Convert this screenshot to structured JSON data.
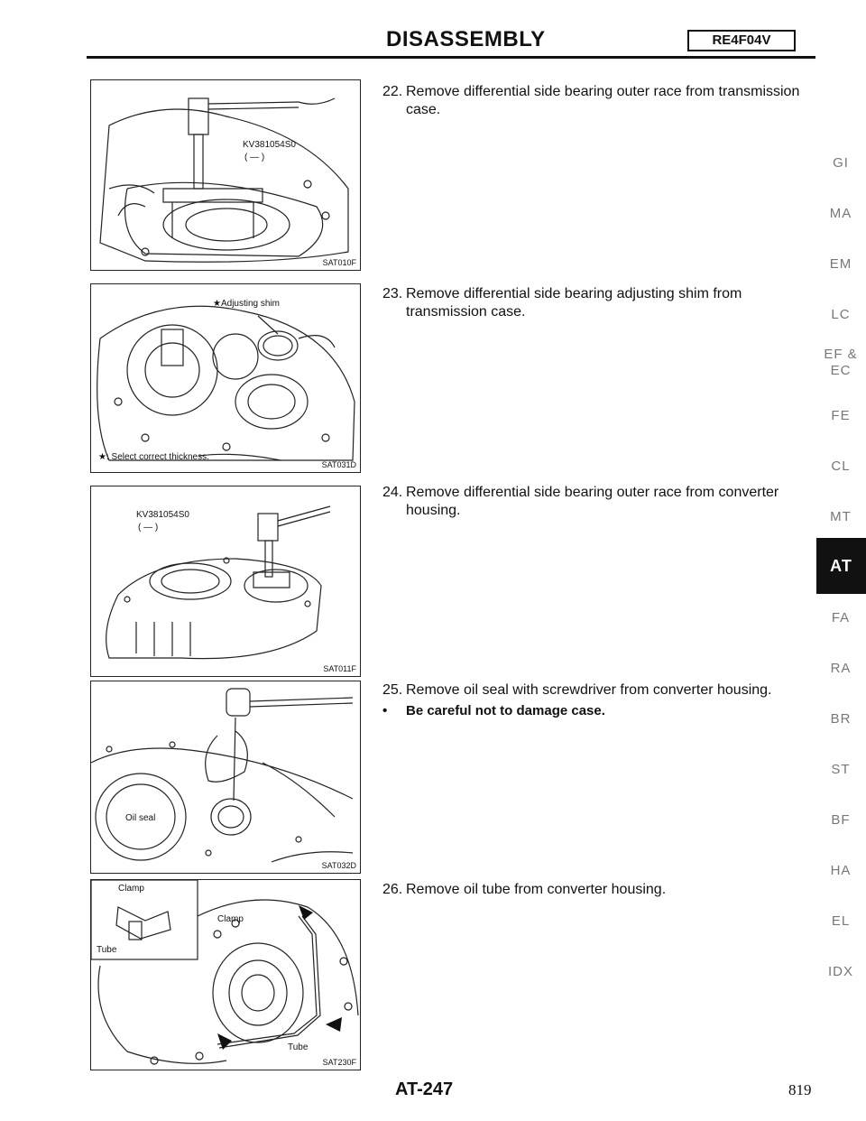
{
  "header": {
    "title": "DISASSEMBLY",
    "model": "RE4F04V"
  },
  "figures": [
    {
      "code": "SAT010F",
      "labels": [
        "KV381054S0",
        "( — )"
      ]
    },
    {
      "code": "SAT031D",
      "labels": [
        "★Adjusting shim",
        "★: Select correct thickness."
      ]
    },
    {
      "code": "SAT011F",
      "labels": [
        "KV381054S0",
        "( — )"
      ]
    },
    {
      "code": "SAT032D",
      "labels": [
        "Oil seal"
      ]
    },
    {
      "code": "SAT230F",
      "labels": [
        "Clamp",
        "Tube",
        "Clamp",
        "Tube"
      ]
    }
  ],
  "steps": [
    {
      "num": "22.",
      "text": "Remove differential side bearing outer race from transmission case."
    },
    {
      "num": "23.",
      "text": "Remove differential side bearing adjusting shim from transmission case."
    },
    {
      "num": "24.",
      "text": "Remove differential side bearing outer race from converter housing."
    },
    {
      "num": "25.",
      "text": "Remove oil seal with screwdriver from converter housing."
    },
    {
      "num": "26.",
      "text": "Remove oil tube from converter housing."
    }
  ],
  "note": {
    "bullet": "•",
    "text": "Be careful not to damage case."
  },
  "side_tabs": [
    "GI",
    "MA",
    "EM",
    "LC",
    "EF &",
    "EC",
    "FE",
    "CL",
    "MT",
    "AT",
    "FA",
    "RA",
    "BR",
    "ST",
    "BF",
    "HA",
    "EL",
    "IDX"
  ],
  "active_tab": "AT",
  "footer": {
    "page_label": "AT-247",
    "page_number": "819"
  }
}
